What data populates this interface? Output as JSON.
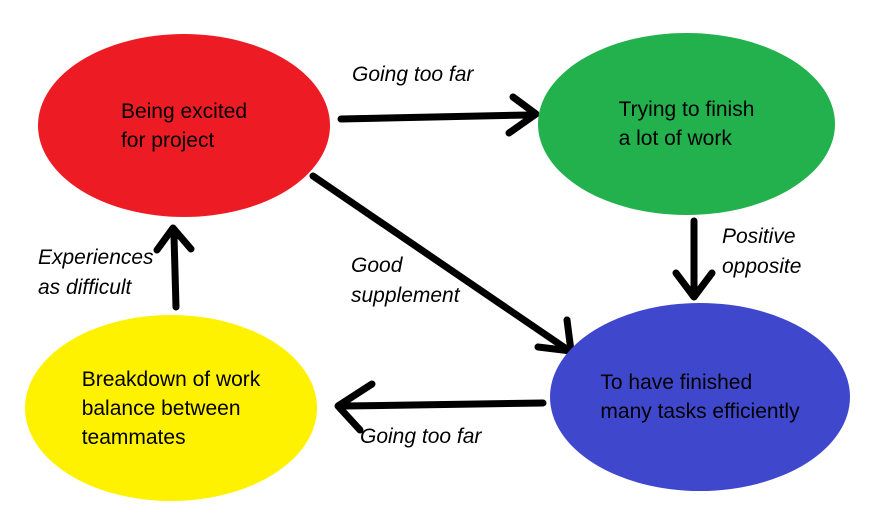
{
  "diagram": {
    "background": "#FFFFFF",
    "arrow_color": "#000000",
    "text_color": "#000000",
    "nodes": [
      {
        "name": "being-excited",
        "label": "Being excited\nfor project",
        "color": "#ED1C24"
      },
      {
        "name": "trying-to-finish",
        "label": "Trying to finish\na lot of work",
        "color": "#22B14C"
      },
      {
        "name": "finished-tasks",
        "label": "To have finished\nmany tasks efficiently",
        "color": "#3F48CC"
      },
      {
        "name": "work-breakdown",
        "label": "Breakdown of work\nbalance between\nteammates",
        "color": "#FFF200"
      }
    ],
    "edges": [
      {
        "name": "excited-to-trying",
        "from": "being-excited",
        "to": "trying-to-finish",
        "label": "Going too far"
      },
      {
        "name": "trying-to-finished",
        "from": "trying-to-finish",
        "to": "finished-tasks",
        "label": "Positive\nopposite"
      },
      {
        "name": "excited-to-finished",
        "from": "being-excited",
        "to": "finished-tasks",
        "label": "Good\nsupplement"
      },
      {
        "name": "finished-to-breakdown",
        "from": "finished-tasks",
        "to": "work-breakdown",
        "label": "Going too far"
      },
      {
        "name": "breakdown-to-excited",
        "from": "work-breakdown",
        "to": "being-excited",
        "label": "Experiences\nas difficult"
      }
    ]
  }
}
